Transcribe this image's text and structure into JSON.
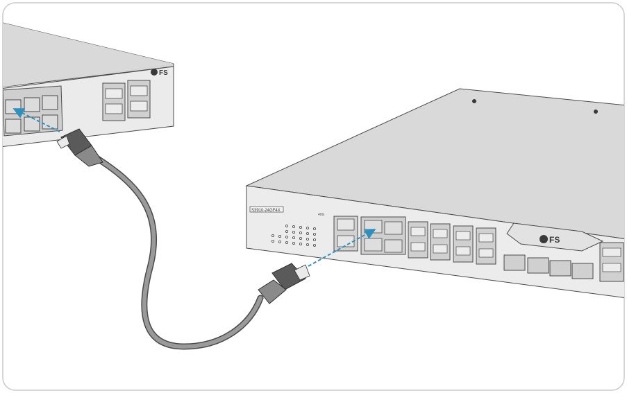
{
  "brand": {
    "name": "FS",
    "model": "S3910-24GF4X",
    "port_group_label": "40G"
  },
  "colors": {
    "device_top": "#d9d9d9",
    "device_front": "#e9e9e9",
    "outline": "#4a4a4a",
    "cable": "#7a7a7a",
    "arrow": "#2f8fbd",
    "frame": "#c9c9c9"
  },
  "icons": [
    "fs-logo-icon",
    "rj45-port-icon",
    "sfp-port-icon",
    "led-icon",
    "arrow-icon"
  ]
}
